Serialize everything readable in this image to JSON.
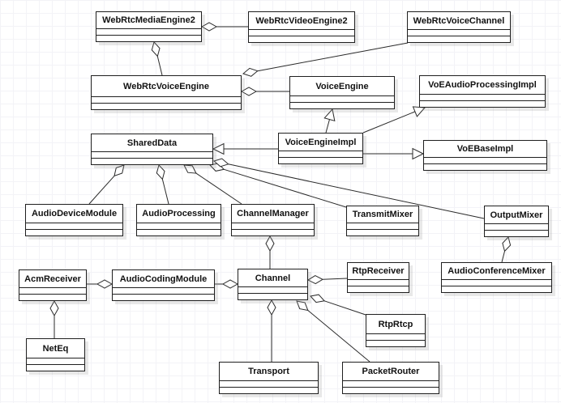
{
  "diagram": {
    "type": "uml-class-diagram",
    "nodes": [
      {
        "label": "WebRtcMediaEngine2"
      },
      {
        "label": "WebRtcVideoEngine2"
      },
      {
        "label": "WebRtcVoiceChannel"
      },
      {
        "label": "WebRtcVoiceEngine"
      },
      {
        "label": "VoiceEngine"
      },
      {
        "label": "VoEAudioProcessingImpl"
      },
      {
        "label": "SharedData"
      },
      {
        "label": "VoiceEngineImpl"
      },
      {
        "label": "VoEBaseImpl"
      },
      {
        "label": "AudioDeviceModule"
      },
      {
        "label": "AudioProcessing"
      },
      {
        "label": "ChannelManager"
      },
      {
        "label": "TransmitMixer"
      },
      {
        "label": "OutputMixer"
      },
      {
        "label": "AcmReceiver"
      },
      {
        "label": "AudioCodingModule"
      },
      {
        "label": "Channel"
      },
      {
        "label": "RtpReceiver"
      },
      {
        "label": "AudioConferenceMixer"
      },
      {
        "label": "NetEq"
      },
      {
        "label": "RtpRtcp"
      },
      {
        "label": "Transport"
      },
      {
        "label": "PacketRouter"
      }
    ],
    "edges": [
      {
        "from": "WebRtcMediaEngine2",
        "to": "WebRtcVideoEngine2",
        "type": "aggregation"
      },
      {
        "from": "WebRtcMediaEngine2",
        "to": "WebRtcVoiceEngine",
        "type": "aggregation"
      },
      {
        "from": "WebRtcVoiceEngine",
        "to": "WebRtcVoiceChannel",
        "type": "aggregation"
      },
      {
        "from": "WebRtcVoiceEngine",
        "to": "VoiceEngine",
        "type": "aggregation"
      },
      {
        "from": "VoiceEngineImpl",
        "to": "VoiceEngine",
        "type": "generalization"
      },
      {
        "from": "VoiceEngineImpl",
        "to": "VoEAudioProcessingImpl",
        "type": "generalization"
      },
      {
        "from": "VoiceEngineImpl",
        "to": "SharedData",
        "type": "generalization"
      },
      {
        "from": "VoiceEngineImpl",
        "to": "VoEBaseImpl",
        "type": "generalization"
      },
      {
        "from": "SharedData",
        "to": "AudioDeviceModule",
        "type": "aggregation"
      },
      {
        "from": "SharedData",
        "to": "AudioProcessing",
        "type": "aggregation"
      },
      {
        "from": "SharedData",
        "to": "ChannelManager",
        "type": "aggregation"
      },
      {
        "from": "SharedData",
        "to": "TransmitMixer",
        "type": "aggregation"
      },
      {
        "from": "SharedData",
        "to": "OutputMixer",
        "type": "aggregation"
      },
      {
        "from": "ChannelManager",
        "to": "Channel",
        "type": "aggregation"
      },
      {
        "from": "OutputMixer",
        "to": "AudioConferenceMixer",
        "type": "aggregation"
      },
      {
        "from": "AudioCodingModule",
        "to": "AcmReceiver",
        "type": "aggregation"
      },
      {
        "from": "Channel",
        "to": "AudioCodingModule",
        "type": "aggregation"
      },
      {
        "from": "AcmReceiver",
        "to": "NetEq",
        "type": "aggregation"
      },
      {
        "from": "Channel",
        "to": "RtpReceiver",
        "type": "aggregation"
      },
      {
        "from": "Channel",
        "to": "RtpRtcp",
        "type": "aggregation"
      },
      {
        "from": "Channel",
        "to": "Transport",
        "type": "aggregation"
      },
      {
        "from": "Channel",
        "to": "PacketRouter",
        "type": "aggregation"
      }
    ]
  },
  "colors": {
    "line": "#2a2a2a",
    "box_fill": "#ffffff",
    "box_border": "#1f1f1f",
    "grid": "#f3f3f7",
    "marker_fill": "#ffffff"
  }
}
